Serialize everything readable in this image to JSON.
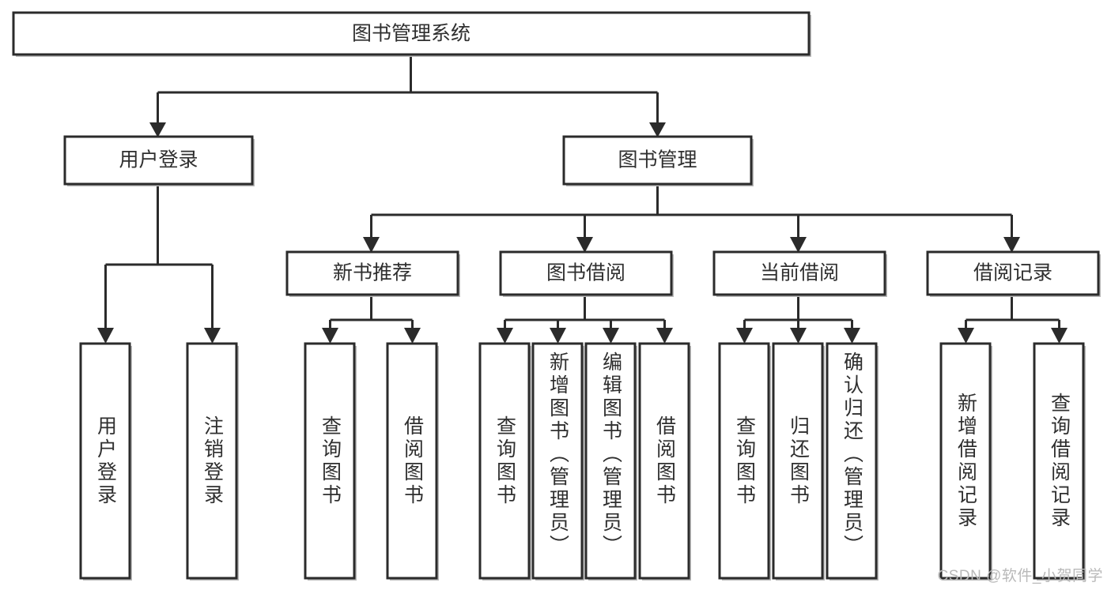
{
  "diagram": {
    "type": "tree-hierarchy",
    "title": "图书管理系统",
    "root": {
      "id": "root",
      "label": "图书管理系统",
      "orientation": "horizontal"
    },
    "level2": [
      {
        "id": "user-login",
        "label": "用户登录",
        "orientation": "horizontal"
      },
      {
        "id": "book-management",
        "label": "图书管理",
        "orientation": "horizontal"
      }
    ],
    "level3": [
      {
        "id": "new-book-recommend",
        "label": "新书推荐",
        "orientation": "horizontal",
        "parent": "book-management"
      },
      {
        "id": "book-borrow",
        "label": "图书借阅",
        "orientation": "horizontal",
        "parent": "book-management"
      },
      {
        "id": "current-borrow",
        "label": "当前借阅",
        "orientation": "horizontal",
        "parent": "book-management"
      },
      {
        "id": "borrow-record",
        "label": "借阅记录",
        "orientation": "horizontal",
        "parent": "book-management"
      }
    ],
    "leaves": [
      {
        "id": "leaf-user-login",
        "label": "用户登录",
        "parent": "user-login",
        "orientation": "vertical"
      },
      {
        "id": "leaf-user-logout",
        "label": "注销登录",
        "parent": "user-login",
        "orientation": "vertical"
      },
      {
        "id": "leaf-query-book-1",
        "label": "查询图书",
        "parent": "new-book-recommend",
        "orientation": "vertical"
      },
      {
        "id": "leaf-borrow-book-1",
        "label": "借阅图书",
        "parent": "new-book-recommend",
        "orientation": "vertical"
      },
      {
        "id": "leaf-query-book-2",
        "label": "查询图书",
        "parent": "book-borrow",
        "orientation": "vertical"
      },
      {
        "id": "leaf-add-book",
        "label": "新增图书（管理员）",
        "parent": "book-borrow",
        "orientation": "vertical"
      },
      {
        "id": "leaf-edit-book",
        "label": "编辑图书（管理员）",
        "parent": "book-borrow",
        "orientation": "vertical"
      },
      {
        "id": "leaf-borrow-book-2",
        "label": "借阅图书",
        "parent": "book-borrow",
        "orientation": "vertical"
      },
      {
        "id": "leaf-query-book-3",
        "label": "查询图书",
        "parent": "current-borrow",
        "orientation": "vertical"
      },
      {
        "id": "leaf-return-book",
        "label": "归还图书",
        "parent": "current-borrow",
        "orientation": "vertical"
      },
      {
        "id": "leaf-confirm-return",
        "label": "确认归还（管理员）",
        "parent": "current-borrow",
        "orientation": "vertical"
      },
      {
        "id": "leaf-add-record",
        "label": "新增借阅记录",
        "parent": "borrow-record",
        "orientation": "vertical"
      },
      {
        "id": "leaf-query-record",
        "label": "查询借阅记录",
        "parent": "borrow-record",
        "orientation": "vertical"
      }
    ],
    "colors": {
      "stroke": "#2b2b2b",
      "fill": "#ffffff",
      "text": "#2f2f2f",
      "shadow": "#b9b9b9",
      "watermark": "#b9b9b9"
    }
  },
  "watermark": {
    "text": "CSDN @软件_小贺同学"
  }
}
